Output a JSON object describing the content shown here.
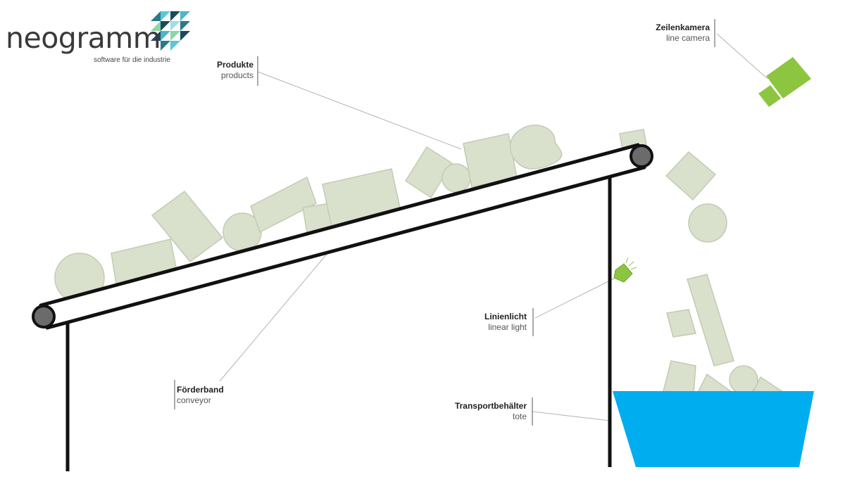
{
  "brand": {
    "name": "neogramm",
    "tagline": "software für die industrie"
  },
  "labels": {
    "products": {
      "de": "Produkte",
      "en": "products"
    },
    "camera": {
      "de": "Zeilenkamera",
      "en": "line camera"
    },
    "light": {
      "de": "Linienlicht",
      "en": "linear light"
    },
    "conveyor": {
      "de": "Förderband",
      "en": "conveyor"
    },
    "tote": {
      "de": "Transportbehälter",
      "en": "tote"
    }
  },
  "colors": {
    "product_fill": "#d9e0cc",
    "product_stroke": "#c3cbb3",
    "device_green": "#8cc641",
    "tote_blue": "#00adee",
    "frame": "#111111",
    "roller": "#6b6b6b",
    "leader": "#b3b3b3",
    "logo_tiles": [
      "#1b4a5c",
      "#2a7a8c",
      "#5cc6d9",
      "#8dd6a6",
      "#4fb3c9",
      "#a3dbe6"
    ]
  }
}
